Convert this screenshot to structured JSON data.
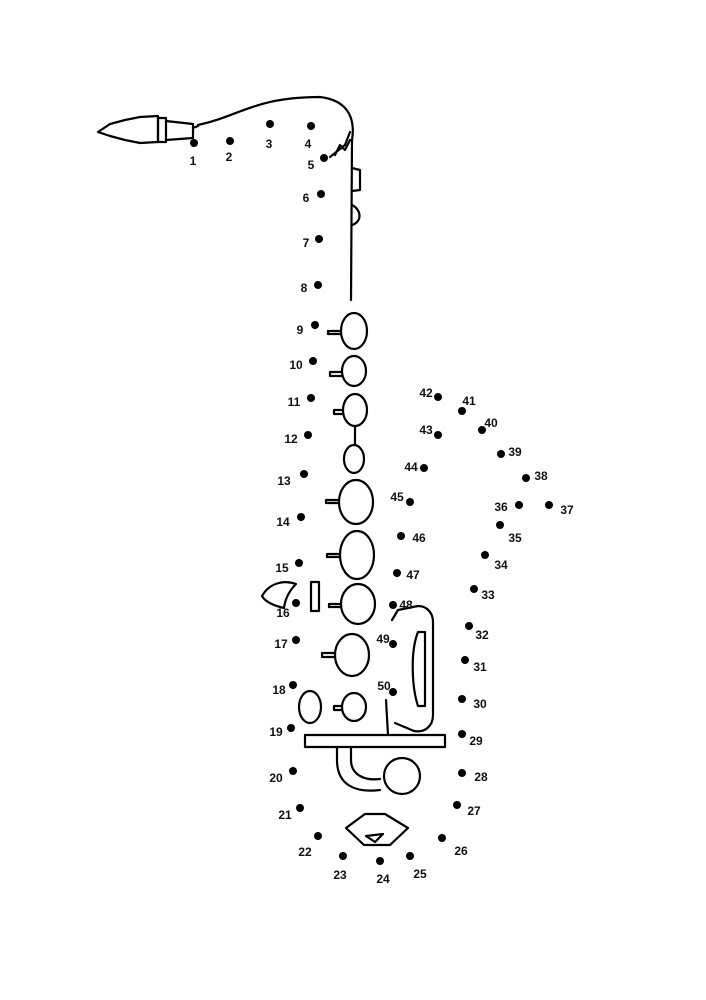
{
  "worksheet": {
    "type": "connect-the-dots",
    "subject_icon": "saxophone-outline",
    "dot_color": "#000000",
    "line_color": "#000000",
    "points": [
      {
        "n": "1"
      },
      {
        "n": "2"
      },
      {
        "n": "3"
      },
      {
        "n": "4"
      },
      {
        "n": "5"
      },
      {
        "n": "6"
      },
      {
        "n": "7"
      },
      {
        "n": "8"
      },
      {
        "n": "9"
      },
      {
        "n": "10"
      },
      {
        "n": "11"
      },
      {
        "n": "12"
      },
      {
        "n": "13"
      },
      {
        "n": "14"
      },
      {
        "n": "15"
      },
      {
        "n": "16"
      },
      {
        "n": "17"
      },
      {
        "n": "18"
      },
      {
        "n": "19"
      },
      {
        "n": "20"
      },
      {
        "n": "21"
      },
      {
        "n": "22"
      },
      {
        "n": "23"
      },
      {
        "n": "24"
      },
      {
        "n": "25"
      },
      {
        "n": "26"
      },
      {
        "n": "27"
      },
      {
        "n": "28"
      },
      {
        "n": "29"
      },
      {
        "n": "30"
      },
      {
        "n": "31"
      },
      {
        "n": "32"
      },
      {
        "n": "33"
      },
      {
        "n": "34"
      },
      {
        "n": "35"
      },
      {
        "n": "36"
      },
      {
        "n": "37"
      },
      {
        "n": "38"
      },
      {
        "n": "39"
      },
      {
        "n": "40"
      },
      {
        "n": "41"
      },
      {
        "n": "42"
      },
      {
        "n": "43"
      },
      {
        "n": "44"
      },
      {
        "n": "45"
      },
      {
        "n": "46"
      },
      {
        "n": "47"
      },
      {
        "n": "48"
      },
      {
        "n": "49"
      },
      {
        "n": "50"
      }
    ]
  }
}
